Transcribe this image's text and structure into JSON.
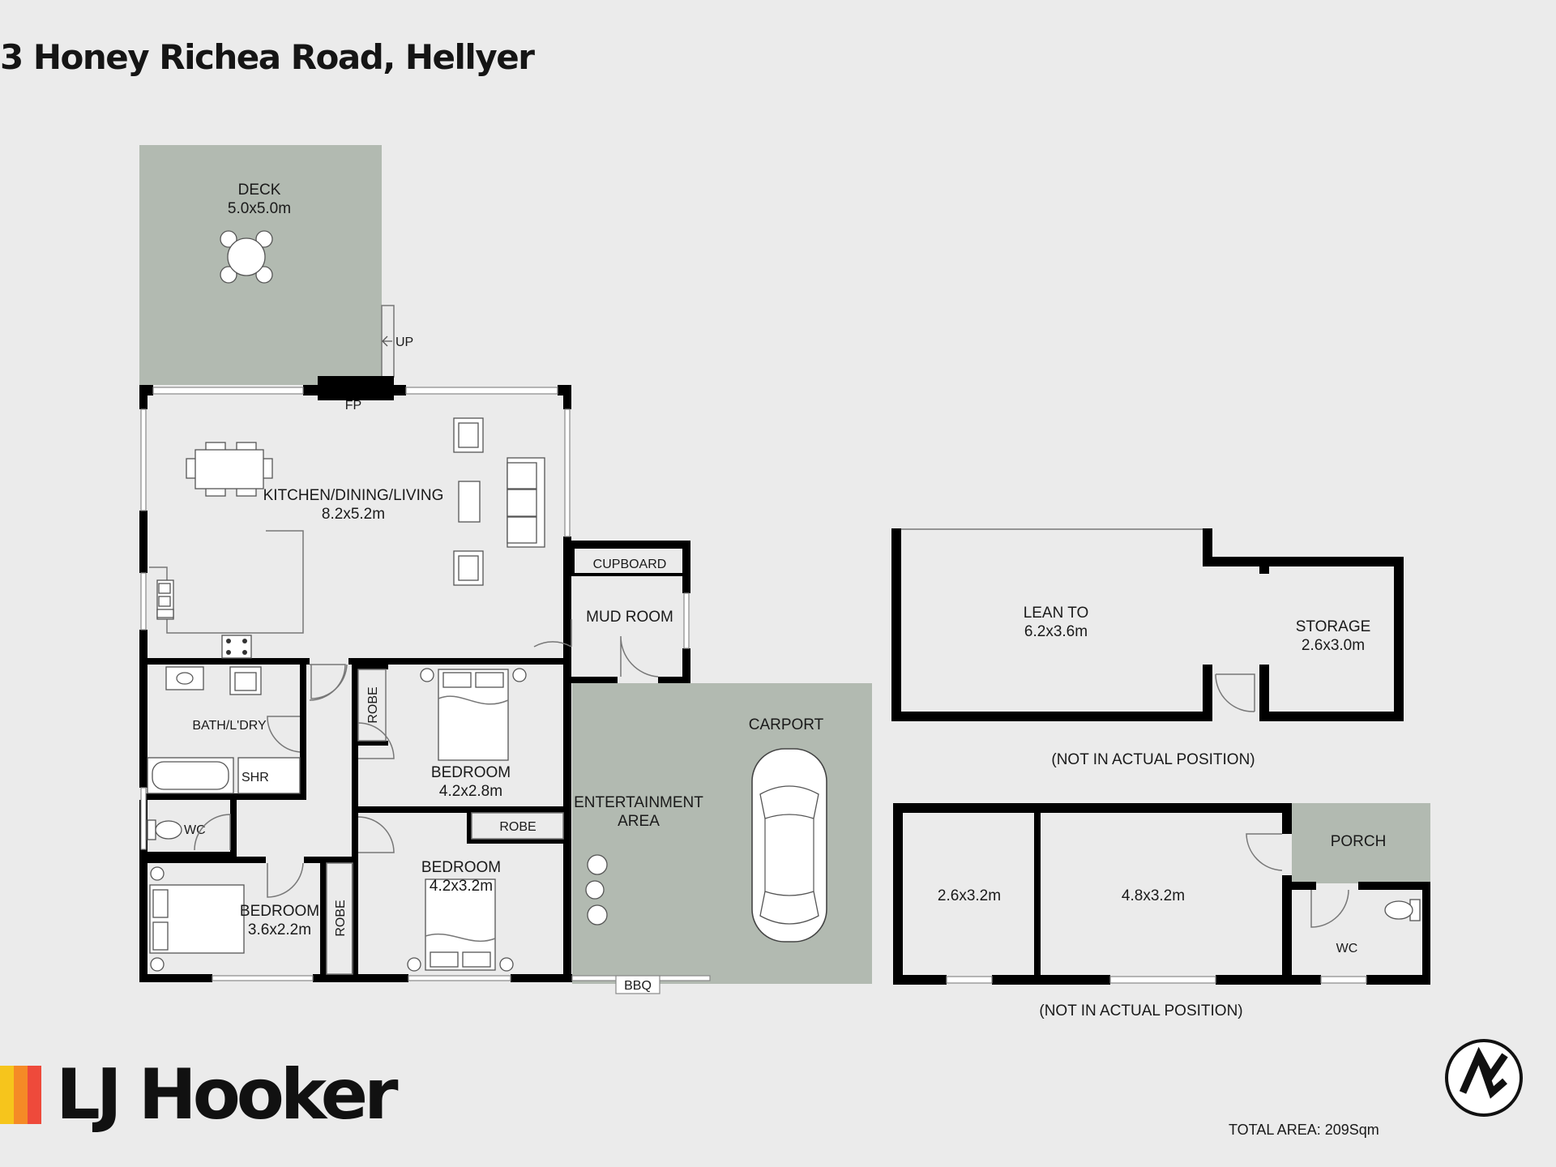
{
  "title": "3 Honey Richea Road, Hellyer",
  "rooms": {
    "deck": {
      "name": "DECK",
      "dims": "5.0x5.0m"
    },
    "up": "UP",
    "fireplace": "FP",
    "kitchen": {
      "name": "KITCHEN/DINING/LIVING",
      "dims": "8.2x5.2m"
    },
    "cupboard": "CUPBOARD",
    "mud_room": "MUD ROOM",
    "bath": "BATH/L'DRY",
    "shower": "SHR",
    "wc_main": "WC",
    "robe_1": "ROBE",
    "robe_2": "ROBE",
    "robe_3": "ROBE",
    "bedroom_1": {
      "name": "BEDROOM",
      "dims": "4.2x2.8m"
    },
    "bedroom_2": {
      "name": "BEDROOM",
      "dims": "4.2x3.2m"
    },
    "bedroom_3": {
      "name": "BEDROOM",
      "dims": "3.6x2.2m"
    },
    "entertainment": {
      "line1": "ENTERTAINMENT",
      "line2": "AREA"
    },
    "bbq": "BBQ",
    "carport": "CARPORT",
    "lean_to": {
      "name": "LEAN TO",
      "dims": "6.2x3.6m"
    },
    "storage": {
      "name": "STORAGE",
      "dims": "2.6x3.0m"
    },
    "shed_a": "2.6x3.2m",
    "shed_b": "4.8x3.2m",
    "porch": "PORCH",
    "wc_shed": "WC"
  },
  "notes": {
    "not_actual_1": "(NOT IN ACTUAL POSITION)",
    "not_actual_2": "(NOT IN ACTUAL POSITION)"
  },
  "brand": {
    "name": "LJ Hooker",
    "stripe_colors": [
      "#f6c51c",
      "#f58a26",
      "#ee4a3b"
    ]
  },
  "total_area": "TOTAL AREA: 209Sqm",
  "colors": {
    "background": "#ebebeb",
    "outdoor_zone": "#b2bab1",
    "wall": "#000000"
  },
  "icons": [
    "compass-icon",
    "car-icon",
    "dining-set-icon",
    "bed-icon",
    "toilet-icon",
    "bathtub-icon",
    "sink-icon",
    "stove-icon",
    "sofa-icon",
    "armchair-icon",
    "bbq-chairs-icon",
    "door-swing-icon"
  ]
}
